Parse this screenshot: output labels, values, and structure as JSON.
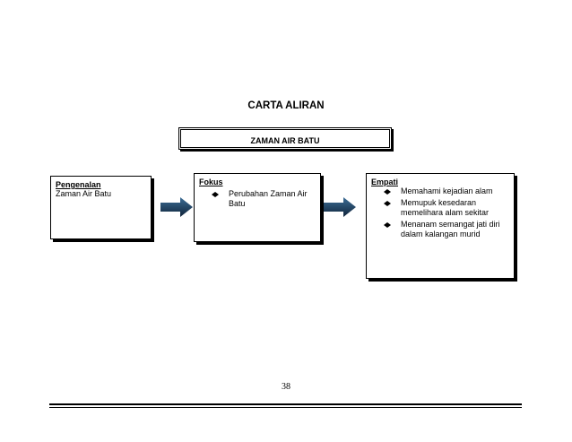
{
  "title": "CARTA ALIRAN",
  "topic": "ZAMAN AIR BATU",
  "cards": {
    "intro": {
      "heading": "Pengenalan",
      "body": "Zaman Air Batu"
    },
    "focus": {
      "heading": "Fokus",
      "items": [
        "Perubahan Zaman Air Batu"
      ]
    },
    "empathy": {
      "heading": "Empati",
      "items": [
        "Memahami kejadian alam",
        "Memupuk kesedaran memelihara alam sekitar",
        "Menanam semangat jati diri dalam kalangan murid"
      ]
    }
  },
  "icons": {
    "arrow": "right-arrow-icon",
    "bullet": "diamond-bullet-icon"
  },
  "page_number": "38",
  "colors": {
    "arrow_light": "#3c6d96",
    "arrow_dark": "#10243a"
  }
}
